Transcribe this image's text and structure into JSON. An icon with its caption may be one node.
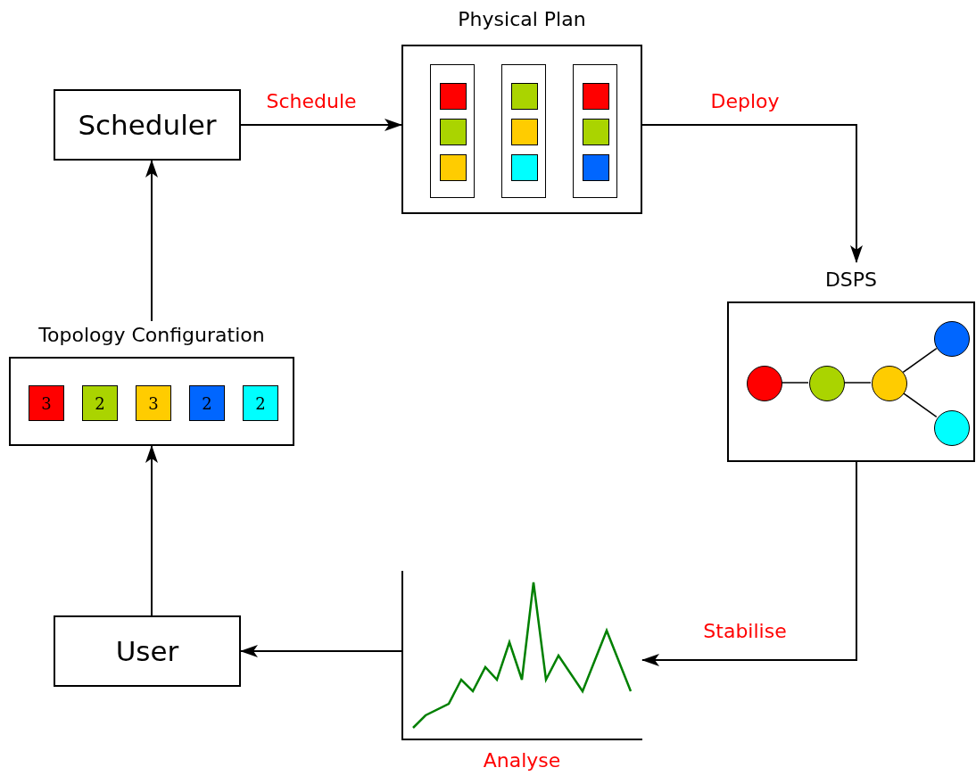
{
  "diagram": {
    "nodes": [
      {
        "text": [
          "Scheduler"
        ]
      },
      {
        "text": [
          "Physical Plan"
        ]
      },
      {
        "text": [],
        "shape": "box",
        "in": 1
      },
      {
        "text": [],
        "shape": "box",
        "in": 1
      },
      {
        "text": [],
        "shape": "box",
        "in": 1
      },
      {
        "text": [],
        "shape": "box",
        "in": 2
      },
      {
        "text": [],
        "shape": "box",
        "in": 2
      },
      {
        "text": [],
        "shape": "box",
        "in": 2
      },
      {
        "text": [],
        "shape": "box",
        "in": 3
      },
      {
        "text": [],
        "shape": "box",
        "in": 3
      },
      {
        "text": [],
        "shape": "box",
        "in": 3
      },
      {
        "text": [],
        "shape": "box",
        "in": 4
      },
      {
        "text": [],
        "shape": "box",
        "in": 4
      },
      {
        "text": [],
        "shape": "box",
        "in": 4
      },
      {
        "text": [
          "Topology Configuration"
        ]
      },
      {
        "text": [
          "3"
        ],
        "in": 14
      },
      {
        "text": [
          "2"
        ],
        "in": 14
      },
      {
        "text": [
          "3"
        ],
        "in": 14
      },
      {
        "text": [
          "2"
        ],
        "in": 14
      },
      {
        "text": [
          "2"
        ],
        "in": 14
      },
      {
        "text": [
          "DSPS"
        ]
      },
      {
        "text": [],
        "shape": "circle",
        "in": 20
      },
      {
        "text": [],
        "shape": "circle",
        "in": 20
      },
      {
        "text": [],
        "shape": "circle",
        "in": 20
      },
      {
        "text": [],
        "shape": "circle",
        "in": 20
      },
      {
        "text": [],
        "shape": "circle",
        "in": 20
      },
      {
        "text": [],
        "shape": "picture",
        "beside": [
          "Analyse"
        ]
      },
      {
        "text": [
          "User"
        ]
      }
    ],
    "edges": [
      {
        "from": 0,
        "to": 1,
        "arrow": "to",
        "label": "Schedule"
      },
      {
        "from": 1,
        "to": 20,
        "arrow": "to",
        "label": "Deploy"
      },
      {
        "from": 20,
        "to": 26,
        "arrow": "to",
        "label": "Stabilise"
      },
      {
        "from": 26,
        "to": 27,
        "arrow": "to"
      },
      {
        "from": 27,
        "to": 14,
        "arrow": "to"
      },
      {
        "from": 14,
        "to": 0,
        "arrow": "to"
      },
      {
        "from": 21,
        "to": 22,
        "arrow": "none"
      },
      {
        "from": 22,
        "to": 23,
        "arrow": "none"
      },
      {
        "from": 23,
        "to": 24,
        "arrow": "none"
      },
      {
        "from": 23,
        "to": 25,
        "arrow": "none"
      }
    ]
  }
}
